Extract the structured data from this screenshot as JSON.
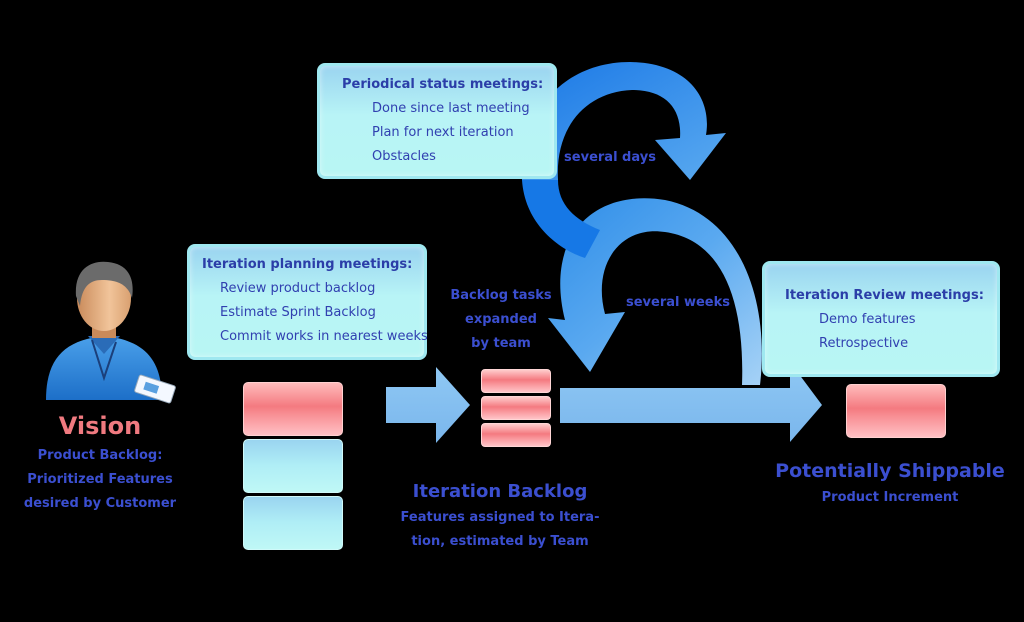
{
  "vision": {
    "title": "Vision",
    "line1": "Product Backlog:",
    "line2": "Prioritized Features",
    "line3": "desired by Customer"
  },
  "periodical": {
    "title": "Periodical status meetings:",
    "items": [
      "Done since last meeting",
      "Plan for next iteration",
      "Obstacles"
    ]
  },
  "planning": {
    "title": "Iteration planning meetings:",
    "items": [
      "Review product backlog",
      "Estimate Sprint Backlog",
      "Commit works in nearest weeks"
    ]
  },
  "review": {
    "title": "Iteration Review meetings:",
    "items": [
      "Demo features",
      "Retrospective"
    ]
  },
  "backlog_tasks": {
    "line1": "Backlog tasks",
    "line2": "expanded",
    "line3": "by team"
  },
  "several_days": "several days",
  "several_weeks": "several weeks",
  "iteration_backlog": {
    "title": "Iteration Backlog",
    "line1": "Features assigned to Itera-",
    "line2": "tion, estimated by Team"
  },
  "shippable": {
    "title": "Potentially Shippable",
    "subtitle": "Product Increment"
  },
  "colors": {
    "accent_blue": "#3b4fd0",
    "vision_red": "#f07a80",
    "arrow_light": "#8cc4f2",
    "arrow_dark": "#1070e0"
  }
}
